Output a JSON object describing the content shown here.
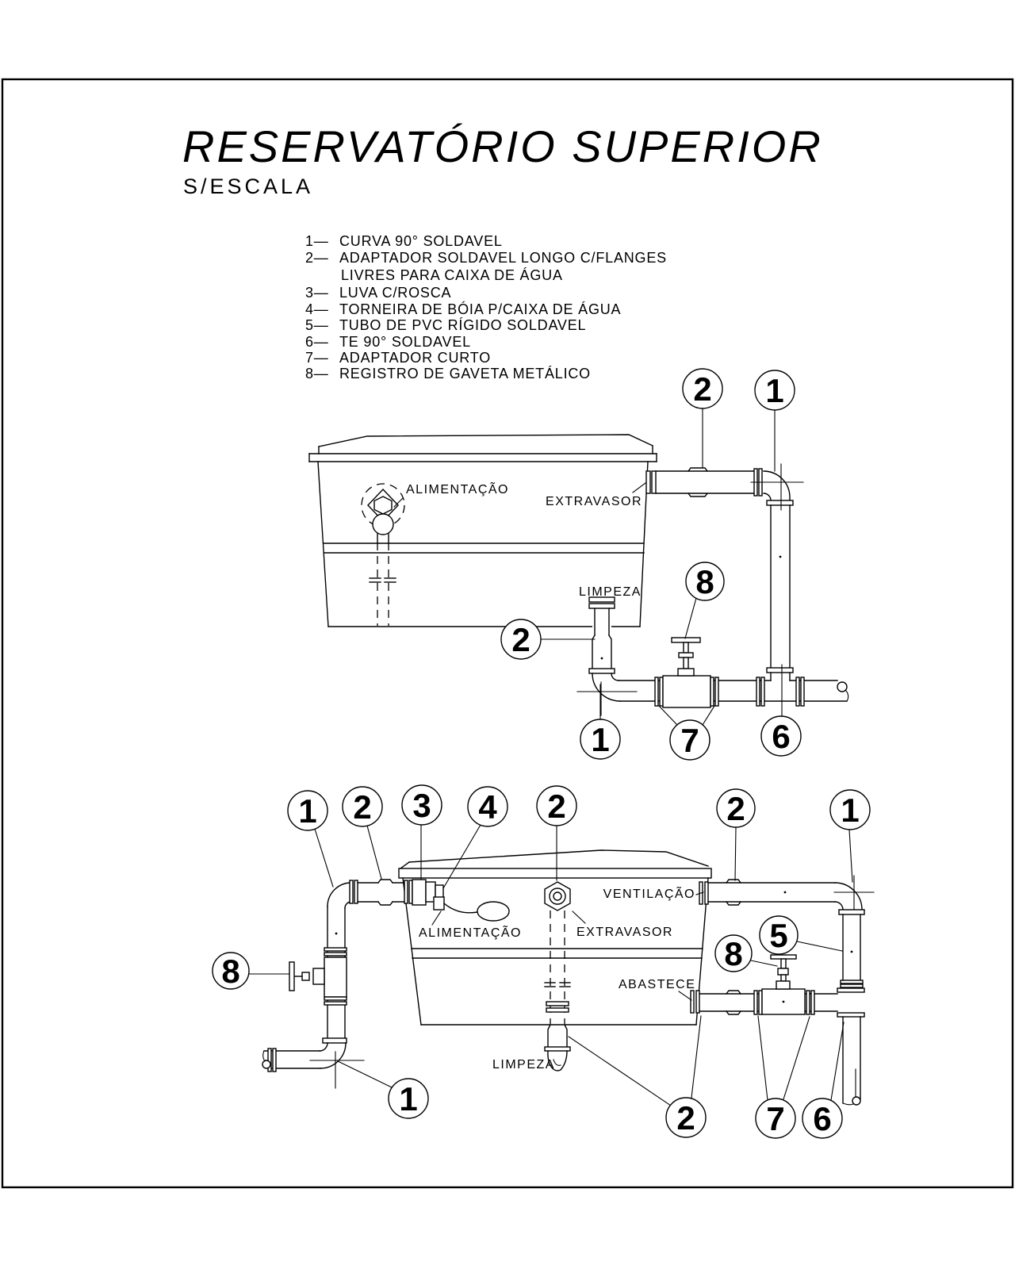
{
  "title": "RESERVATÓRIO SUPERIOR",
  "subtitle": "S/ESCALA",
  "colors": {
    "ink": "#000000",
    "paper": "#ffffff"
  },
  "legend": {
    "items": [
      {
        "num": "1—",
        "text": "CURVA 90° SOLDAVEL"
      },
      {
        "num": "2—",
        "text": "ADAPTADOR SOLDAVEL LONGO C/FLANGES",
        "text2": "LIVRES PARA CAIXA DE ÁGUA"
      },
      {
        "num": "3—",
        "text": "LUVA C/ROSCA"
      },
      {
        "num": "4—",
        "text": "TORNEIRA DE BÓIA P/CAIXA DE ÁGUA"
      },
      {
        "num": "5—",
        "text": "TUBO DE PVC RÍGIDO SOLDAVEL"
      },
      {
        "num": "6—",
        "text": "TE 90° SOLDAVEL"
      },
      {
        "num": "7—",
        "text": "ADAPTADOR CURTO"
      },
      {
        "num": "8—",
        "text": "REGISTRO DE GAVETA METÁLICO"
      }
    ]
  },
  "top_view": {
    "labels": {
      "alimentacao": "ALIMENTAÇÃO",
      "extravasor": "EXTRAVASOR",
      "limpeza": "LIMPEZA"
    },
    "callouts": {
      "adapter_top": "2",
      "elbow_top": "1",
      "valve": "8",
      "adapter_drain": "2",
      "elbow_bottom": "1",
      "short_adapters": "7",
      "tee": "6"
    }
  },
  "bottom_view": {
    "labels": {
      "alimentacao": "ALIMENTAÇÃO",
      "extravasor": "EXTRAVASOR",
      "ventilacao": "VENTILAÇÃO",
      "abastece": "ABASTECE",
      "limpeza": "LIMPEZA"
    },
    "callouts": {
      "elbow_left": "1",
      "adapter_left": "2",
      "coupling": "3",
      "float_valve": "4",
      "adapter_overflow": "2",
      "adapter_vent": "2",
      "elbow_right": "1",
      "pvc_tube": "5",
      "valve_right": "8",
      "valve_left": "8",
      "elbow_bottom_left": "1",
      "adapter_bottom": "2",
      "short_adapters": "7",
      "tee": "6"
    }
  }
}
